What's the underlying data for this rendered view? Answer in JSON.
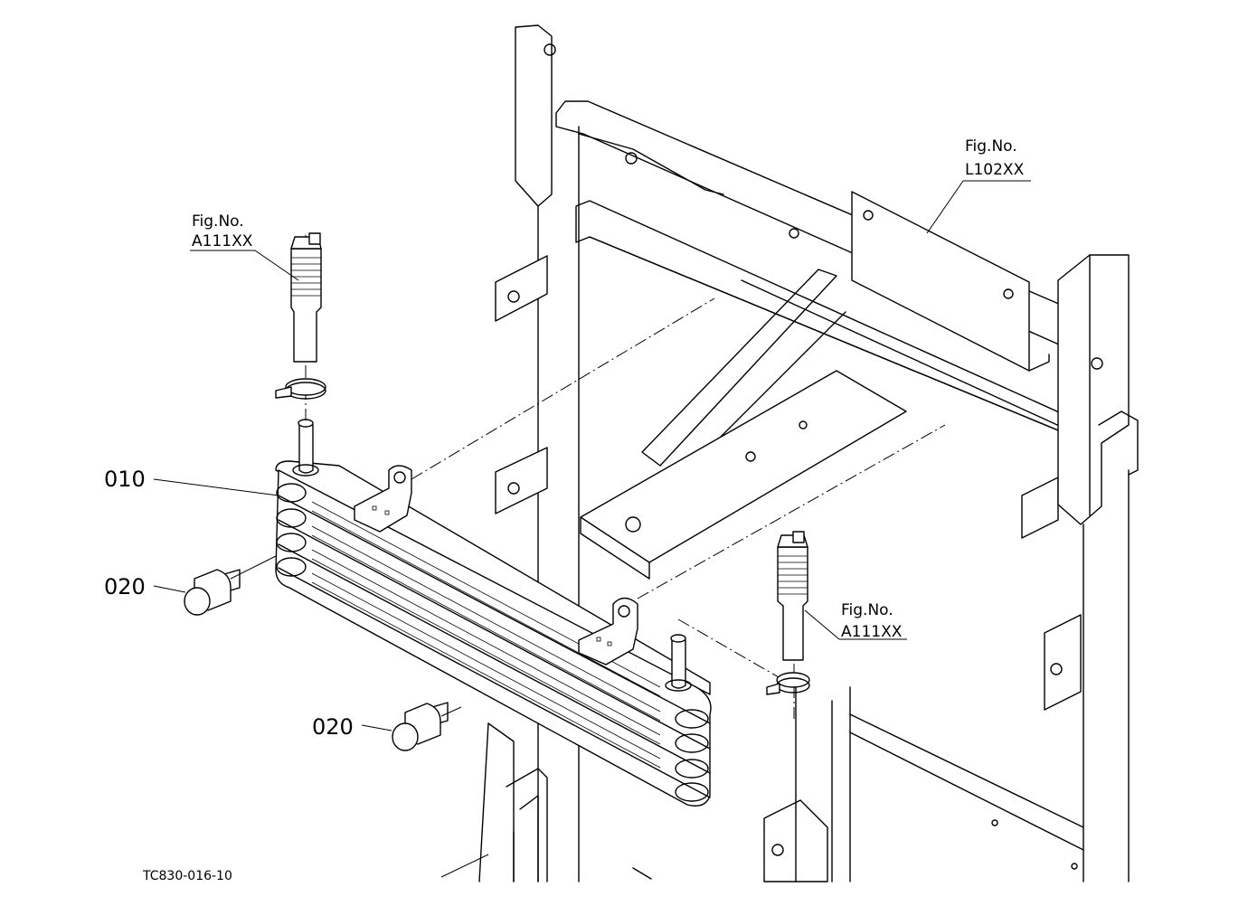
{
  "callouts": [
    {
      "id": "part-010",
      "label": "010"
    },
    {
      "id": "part-020-upper",
      "label": "020"
    },
    {
      "id": "part-020-lower",
      "label": "020"
    }
  ],
  "fig_refs": [
    {
      "id": "fig-ref-upper-hose",
      "line1": "Fig.No.",
      "line2": "A111XX"
    },
    {
      "id": "fig-ref-frame",
      "line1": "Fig.No.",
      "line2": "L102XX"
    },
    {
      "id": "fig-ref-lower-hose",
      "line1": "Fig.No.",
      "line2": "A111XX"
    }
  ],
  "drawing_code": "TC830-016-10"
}
